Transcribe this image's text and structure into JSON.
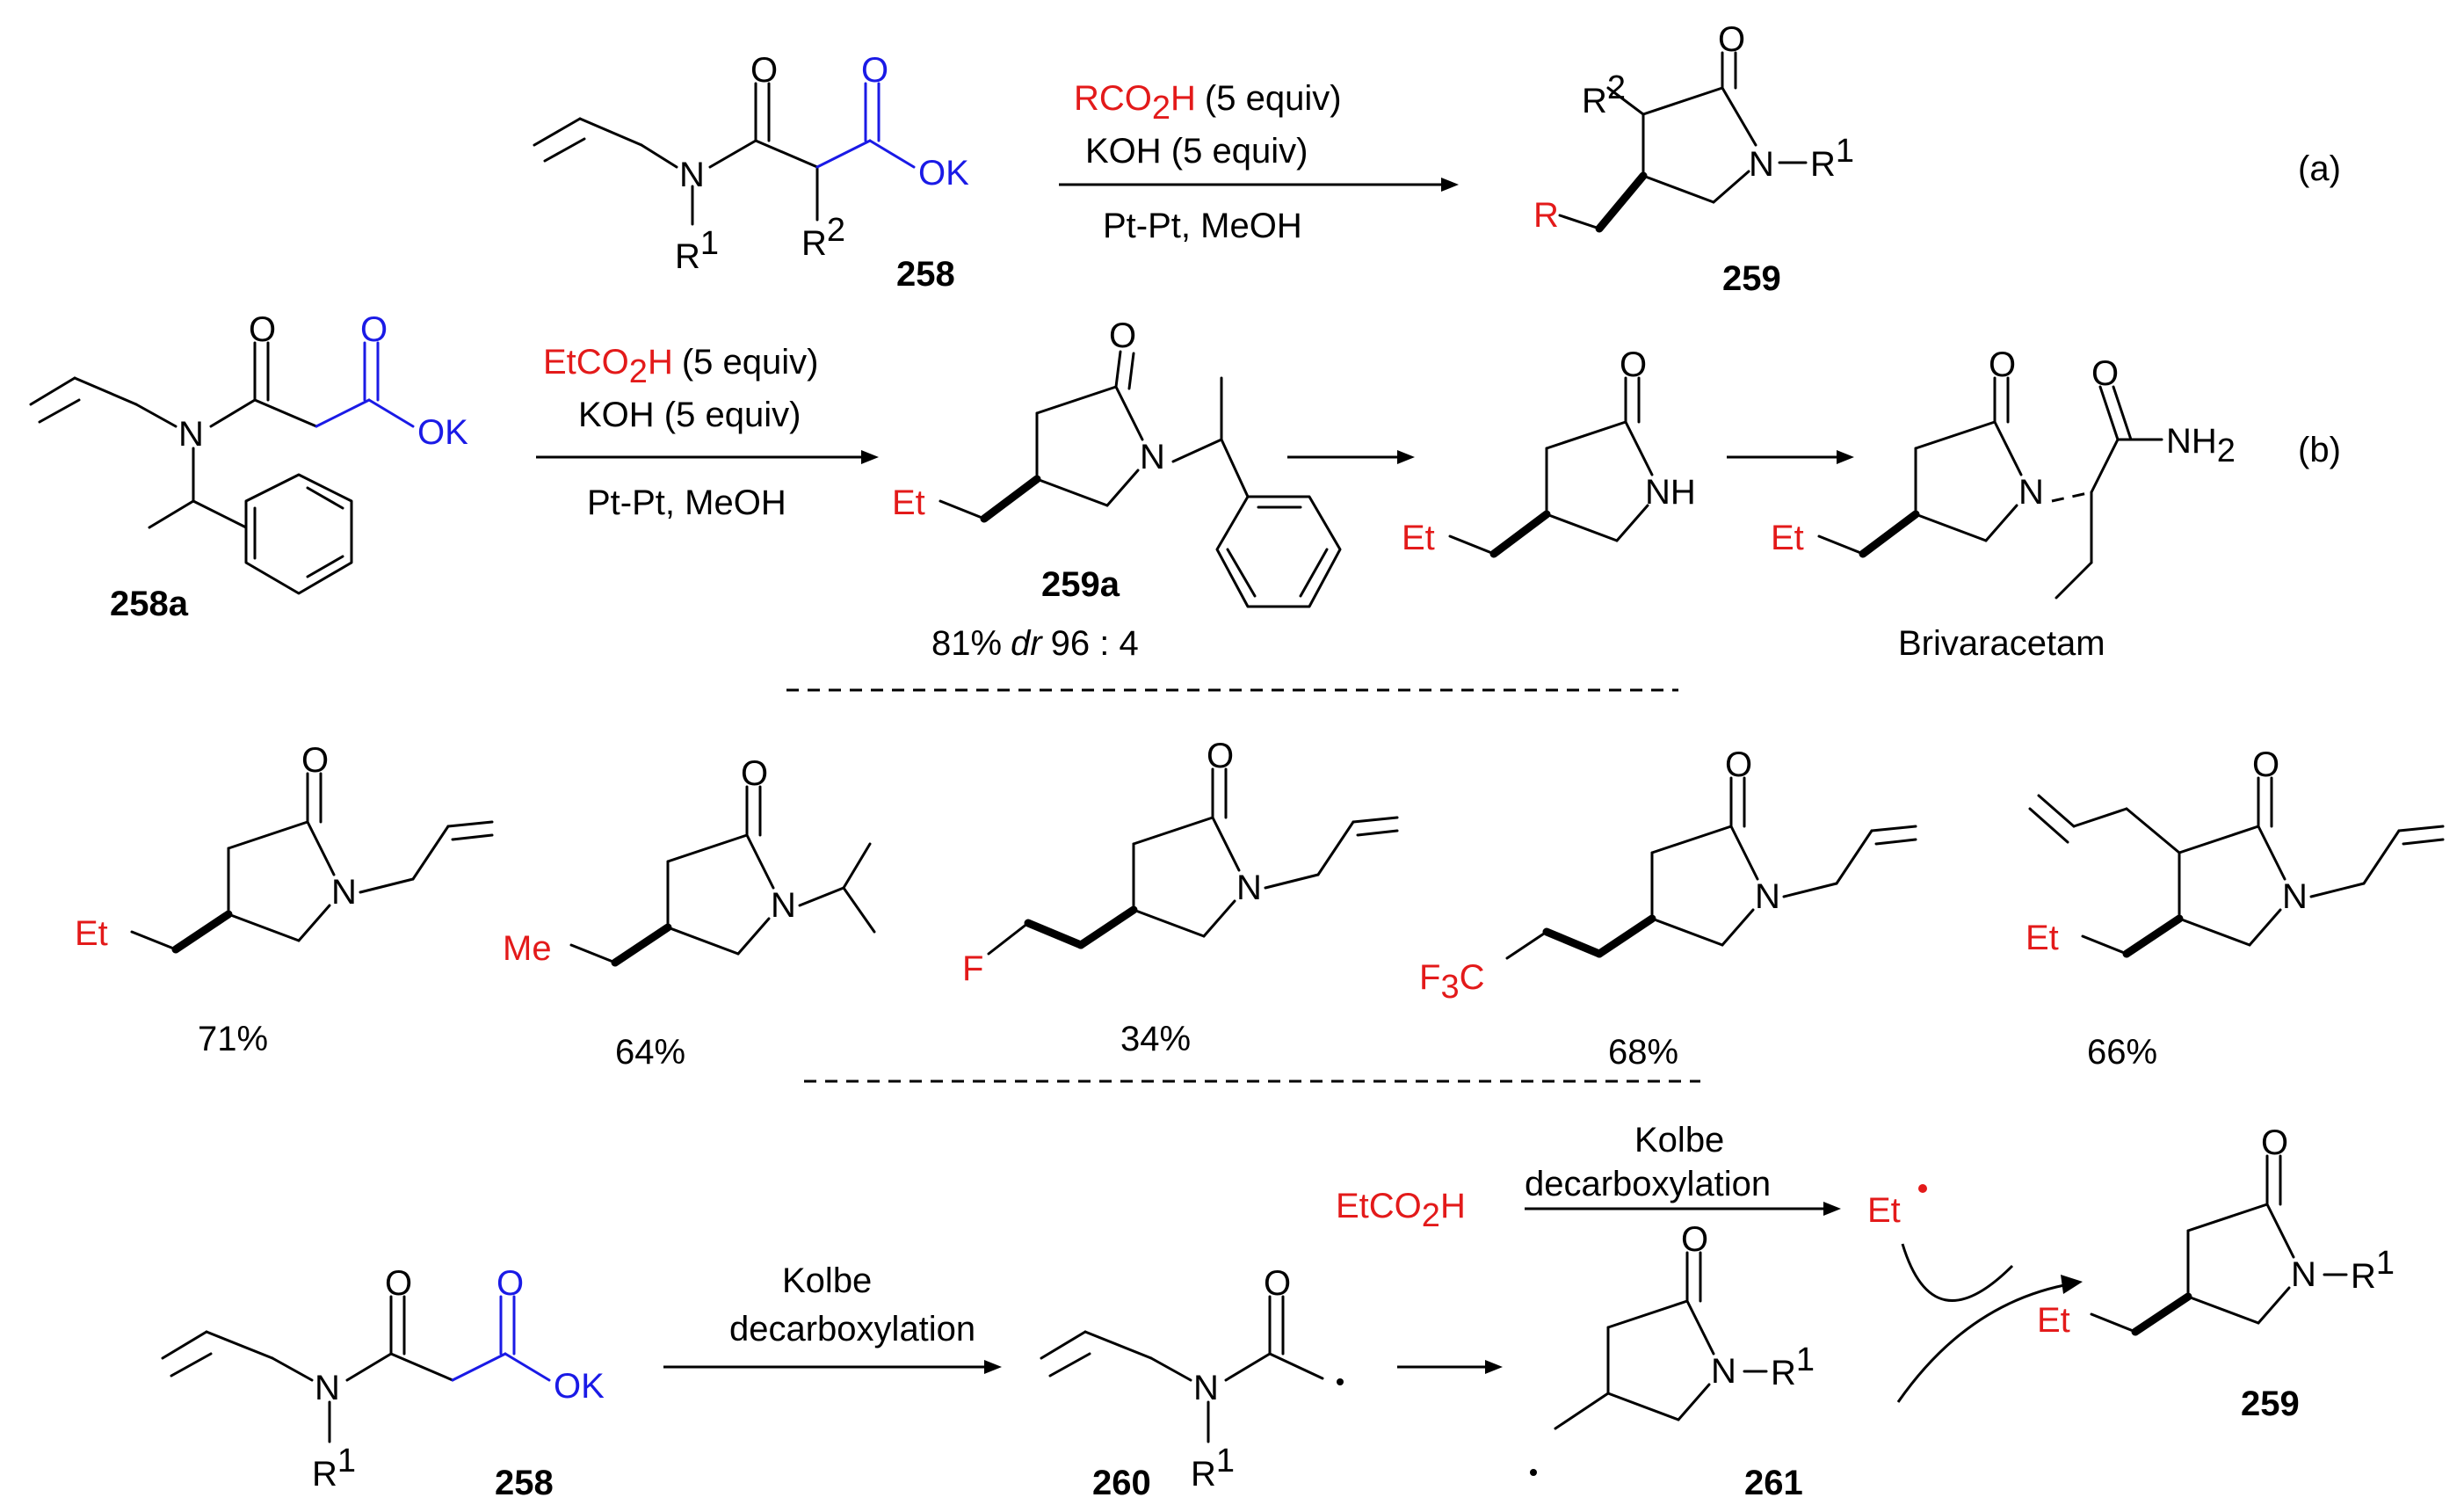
{
  "panel_a": {
    "reagent_acid": "RCO",
    "reagent_acid_sub": "2",
    "reagent_acid_end": "H",
    "reagent_acid_equiv": "(5 equiv)",
    "reagent_base": "KOH (5 equiv)",
    "conditions": "Pt-Pt, MeOH",
    "sm_label": "258",
    "product_label": "259",
    "tag": "(a)"
  },
  "panel_b": {
    "reagent_acid": "EtCO",
    "reagent_acid_sub": "2",
    "reagent_acid_end": "H",
    "reagent_acid_equiv": "(5 equiv)",
    "reagent_base": "KOH (5 equiv)",
    "conditions": "Pt-Pt, MeOH",
    "sm_label": "258a",
    "product_label": "259a",
    "yield_prefix": "81%",
    "dr_italic": "dr",
    "dr_value": "96 : 4",
    "final_name": "Brivaracetam",
    "tag": "(b)"
  },
  "scope": {
    "yields": [
      "71%",
      "64%",
      "34%",
      "68%",
      "66%"
    ],
    "groups": [
      "Et",
      "Me",
      "F",
      "F",
      "Et"
    ]
  },
  "mechanism": {
    "step1_line1": "Kolbe",
    "step1_line2": "decarboxylation",
    "step2_line1": "Kolbe",
    "step2_line2": "decarboxylation",
    "acid": "EtCO",
    "acid_sub": "2",
    "acid_end": "H",
    "radical": "Et",
    "labels": [
      "258",
      "260",
      "261",
      "259"
    ]
  },
  "atoms": {
    "O": "O",
    "N": "N",
    "OK": "OK",
    "NH": "NH",
    "R": "R",
    "Et": "Et",
    "Me": "Me",
    "NH2": "NH",
    "sub2": "2",
    "sup1": "1",
    "sup2": "2",
    "F3C": "F",
    "sub3": "3",
    "C": "C"
  },
  "colors": {
    "highlight_red": "#e31a1a",
    "highlight_blue": "#1a1ae6"
  }
}
